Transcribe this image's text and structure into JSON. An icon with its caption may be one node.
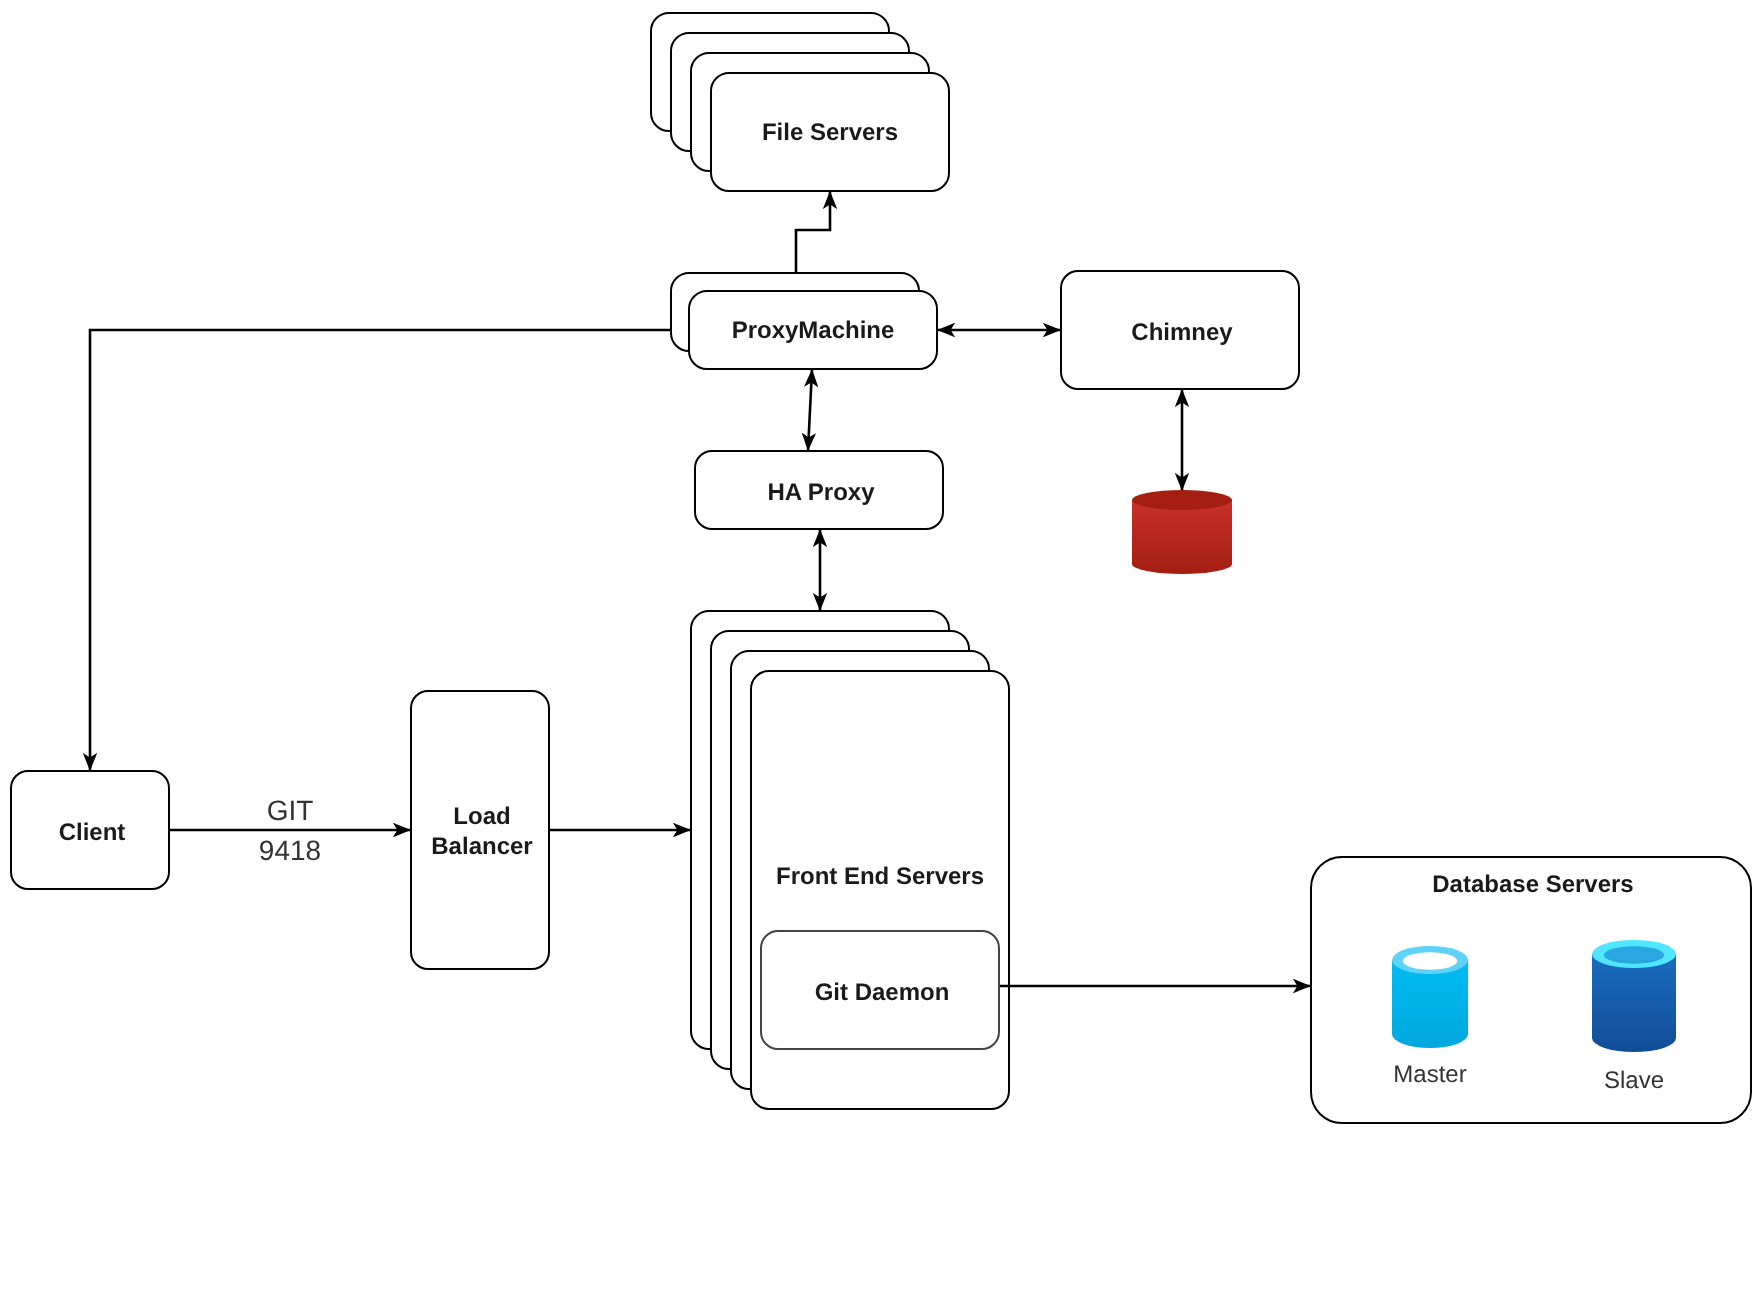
{
  "diagram": {
    "nodes": [
      {
        "text": [
          "File Servers"
        ]
      },
      {
        "text": [
          "ProxyMachine"
        ]
      },
      {
        "text": [
          "Chimney"
        ]
      },
      {
        "text": [
          "HA Proxy"
        ]
      },
      {
        "text": [],
        "shape": "cylinder"
      },
      {
        "text": [
          "Client"
        ]
      },
      {
        "text": [
          "Load Balancer"
        ]
      },
      {
        "text": [
          "Front End Servers"
        ]
      },
      {
        "text": [
          "Git Daemon"
        ],
        "in": 7
      },
      {
        "text": [
          "Database Servers"
        ]
      },
      {
        "text": [
          "Master"
        ],
        "in": 9
      },
      {
        "text": [
          "Slave"
        ],
        "in": 9
      }
    ],
    "edges": [
      {
        "from": 1,
        "to": 0,
        "arrow": "to"
      },
      {
        "from": 1,
        "to": 2,
        "arrow": "both"
      },
      {
        "from": 1,
        "to": 3,
        "arrow": "both"
      },
      {
        "from": 2,
        "to": 4,
        "arrow": "both"
      },
      {
        "from": 3,
        "to": 7,
        "arrow": "both"
      },
      {
        "from": 1,
        "to": 5,
        "arrow": "to"
      },
      {
        "from": 5,
        "to": 6,
        "arrow": "to",
        "label": "GIT 9418"
      },
      {
        "from": 6,
        "to": 7,
        "arrow": "to"
      },
      {
        "from": 8,
        "to": 9,
        "arrow": "to"
      }
    ]
  }
}
